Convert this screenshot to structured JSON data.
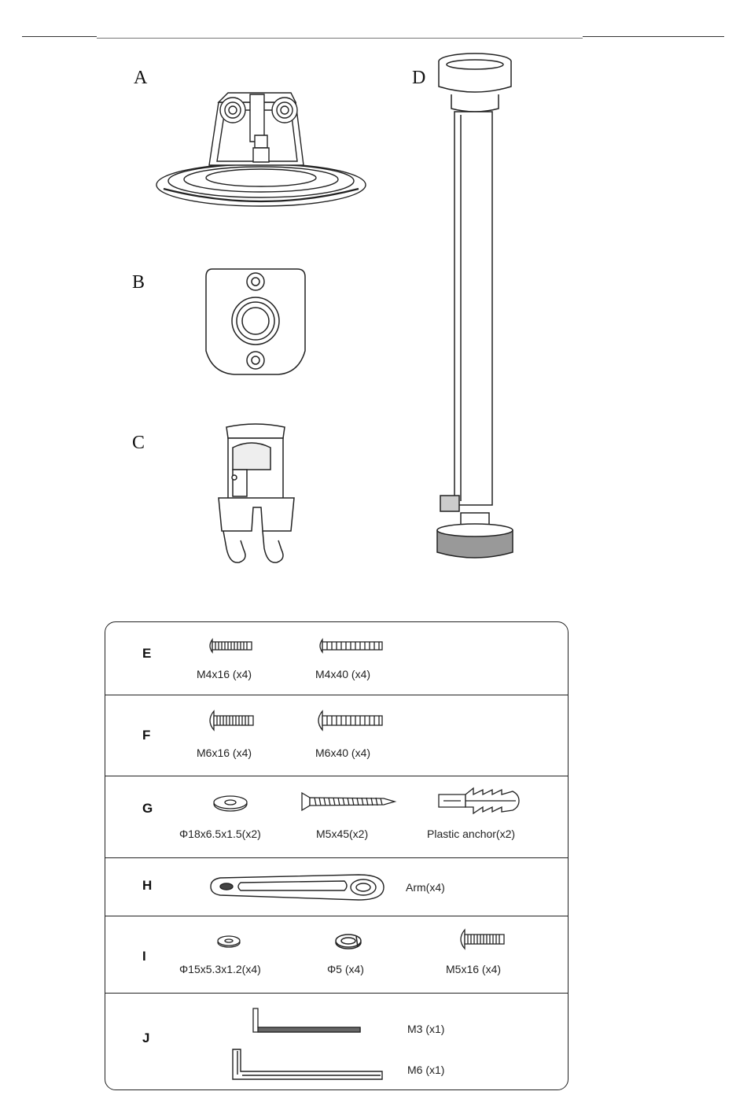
{
  "parts": {
    "A": "A",
    "B": "B",
    "C": "C",
    "D": "D"
  },
  "hardware": {
    "E": {
      "letter": "E",
      "items": [
        "M4x16 (x4)",
        "M4x40 (x4)"
      ]
    },
    "F": {
      "letter": "F",
      "items": [
        "M6x16 (x4)",
        "M6x40 (x4)"
      ]
    },
    "G": {
      "letter": "G",
      "items": [
        "Φ18x6.5x1.5(x2)",
        "M5x45(x2)",
        "Plastic anchor(x2)"
      ]
    },
    "H": {
      "letter": "H",
      "items": [
        "Arm(x4)"
      ]
    },
    "I": {
      "letter": "I",
      "items": [
        "Φ15x5.3x1.2(x4)",
        "Φ5 (x4)",
        "M5x16 (x4)"
      ]
    },
    "J": {
      "letter": "J",
      "items": [
        "M3 (x1)",
        "M6 (x1)"
      ]
    }
  }
}
